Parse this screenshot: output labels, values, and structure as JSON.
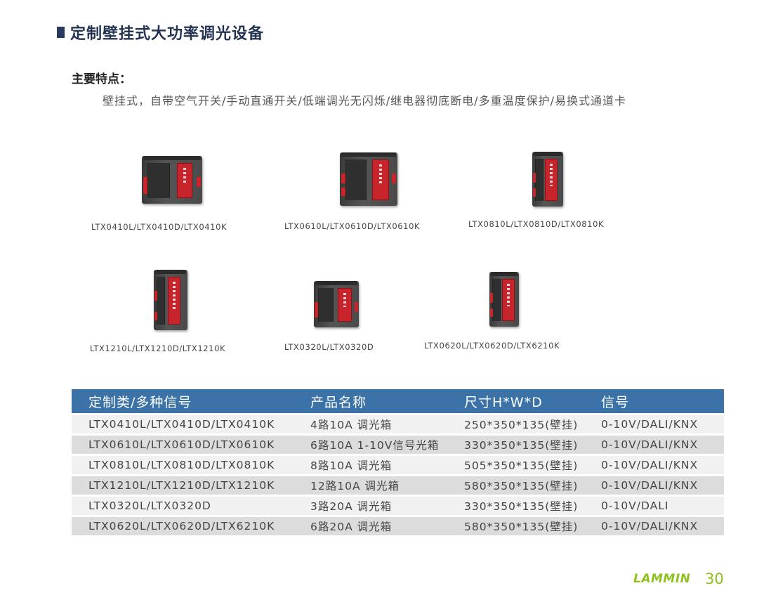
{
  "page": {
    "title": "定制壁挂式大功率调光设备",
    "features_label": "主要特点：",
    "features_text": "壁挂式，自带空气开关/手动直通开关/低端调光无闪烁/继电器彻底断电/多重温度保护/易换式通道卡"
  },
  "products": [
    {
      "caption": "LTX0410L/LTX0410D/LTX0410K"
    },
    {
      "caption": "LTX0610L/LTX0610D/LTX0610K"
    },
    {
      "caption": "LTX0810L/LTX0810D/LTX0810K"
    },
    {
      "caption": "LTX1210L/LTX1210D/LTX1210K"
    },
    {
      "caption": "LTX0320L/LTX0320D"
    },
    {
      "caption": "LTX0620L/LTX0620D/LTX6210K"
    }
  ],
  "table": {
    "headers": [
      "定制类/多种信号",
      "产品名称",
      "尺寸H*W*D",
      "信号"
    ],
    "rows": [
      [
        "LTX0410L/LTX0410D/LTX0410K",
        "4路10A 调光箱",
        "250*350*135(壁挂)",
        "0-10V/DALI/KNX"
      ],
      [
        "LTX0610L/LTX0610D/LTX0610K",
        "6路10A 1-10V信号光箱",
        "330*350*135(壁挂)",
        "0-10V/DALI/KNX"
      ],
      [
        "LTX0810L/LTX0810D/LTX0810K",
        "8路10A 调光箱",
        "505*350*135(壁挂)",
        "0-10V/DALI/KNX"
      ],
      [
        "LTX1210L/LTX1210D/LTX1210K",
        "12路10A 调光箱",
        "580*350*135(壁挂)",
        "0-10V/DALI/KNX"
      ],
      [
        "LTX0320L/LTX0320D",
        "3路20A 调光箱",
        "330*350*135(壁挂)",
        "0-10V/DALI"
      ],
      [
        "LTX0620L/LTX0620D/LTX6210K",
        "6路20A 调光箱",
        "580*350*135(壁挂)",
        "0-10V/DALI/KNX"
      ]
    ]
  },
  "footer": {
    "brand": "LAMMIN",
    "page_number": "30"
  },
  "colors": {
    "title": "#243452",
    "table_header": "#3b73a9",
    "brand": "#8dc21f",
    "device_red": "#c8242c"
  }
}
